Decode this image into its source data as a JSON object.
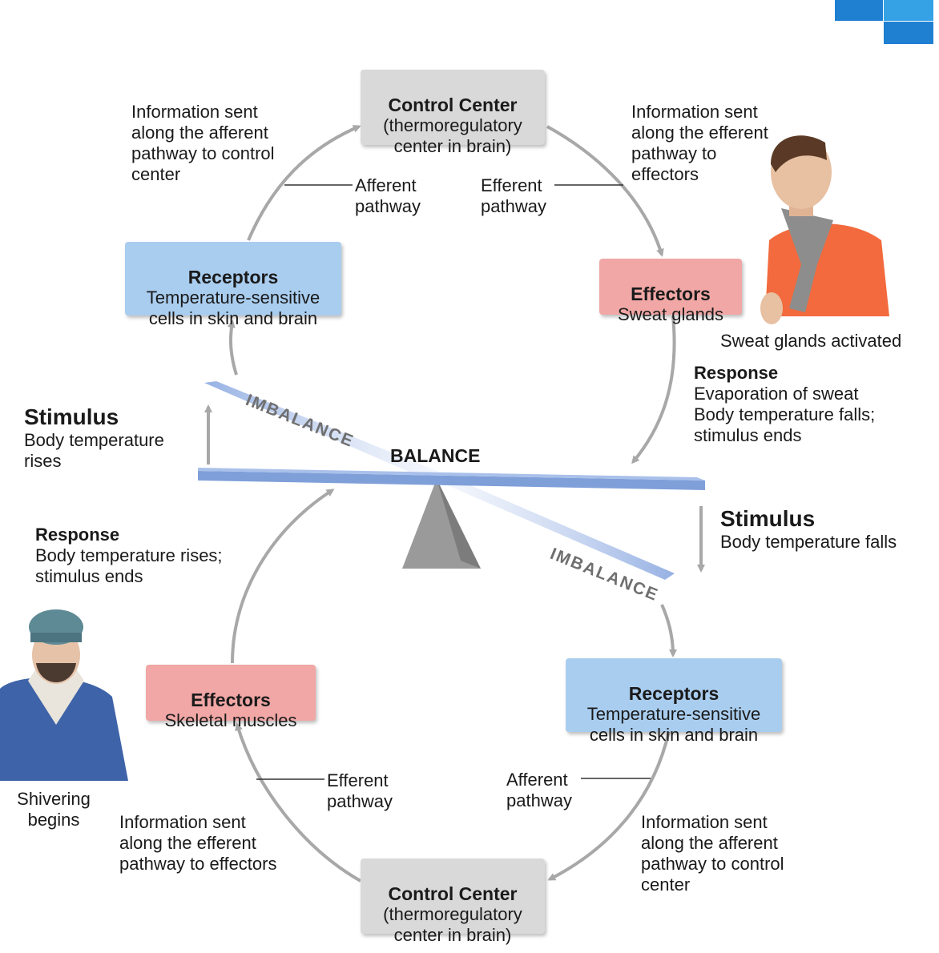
{
  "control_center_top": {
    "title": "Control Center",
    "body": "(thermoregulatory\ncenter in brain)"
  },
  "control_center_bottom": {
    "title": "Control Center",
    "body": "(thermoregulatory\ncenter in brain)"
  },
  "receptors_top": {
    "title": "Receptors",
    "body": "Temperature-sensitive\ncells in skin and brain"
  },
  "receptors_bottom": {
    "title": "Receptors",
    "body": "Temperature-sensitive\ncells in skin and brain"
  },
  "effectors_top": {
    "title": "Effectors",
    "body": "Sweat glands"
  },
  "effectors_bottom": {
    "title": "Effectors",
    "body": "Skeletal muscles"
  },
  "info_top_left": "Information sent\nalong the afferent\npathway to control\ncenter",
  "info_top_right": "Information sent\nalong the efferent\npathway to\neffectors",
  "info_bottom_left": "Information sent\nalong the efferent\npathway to effectors",
  "info_bottom_right": "Information sent\nalong the afferent\npathway to control\ncenter",
  "afferent_top": "Afferent\npathway",
  "efferent_top": "Efferent\npathway",
  "efferent_bottom": "Efferent\npathway",
  "afferent_bottom": "Afferent\npathway",
  "stimulus_top": {
    "title": "Stimulus",
    "body": "Body temperature\nrises"
  },
  "stimulus_bottom": {
    "title": "Stimulus",
    "body": "Body temperature falls"
  },
  "response_top": {
    "title": "Response",
    "body": "Evaporation of sweat\nBody temperature falls;\nstimulus ends"
  },
  "response_bottom": {
    "title": "Response",
    "body": "Body temperature rises;\nstimulus ends"
  },
  "sweat_caption": "Sweat glands activated",
  "shiver_caption": "Shivering\nbegins",
  "balance": "BALANCE",
  "imbalance_top": "IMBALANCE",
  "imbalance_bottom": "IMBALANCE",
  "colors": {
    "gray_box": "#d9d9d9",
    "blue_box": "#a9cdef",
    "red_box": "#f0a7a5",
    "arrow": "#a8a8a8",
    "beam": "#7f9fd9",
    "corner": "#1f7fd1"
  }
}
